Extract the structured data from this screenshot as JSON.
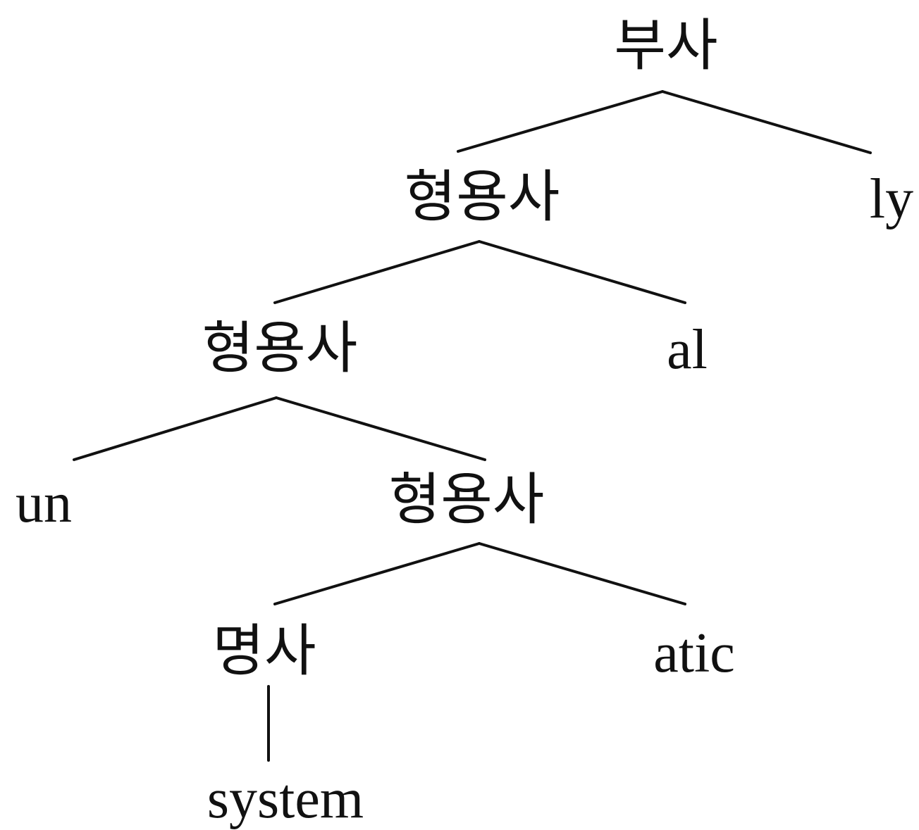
{
  "tree": {
    "root": "부사",
    "adj_level1": "형용사",
    "suffix_ly": "ly",
    "adj_level2": "형용사",
    "suffix_al": "al",
    "prefix_un": "un",
    "adj_level3": "형용사",
    "noun": "명사",
    "suffix_atic": "atic",
    "stem": "system"
  }
}
